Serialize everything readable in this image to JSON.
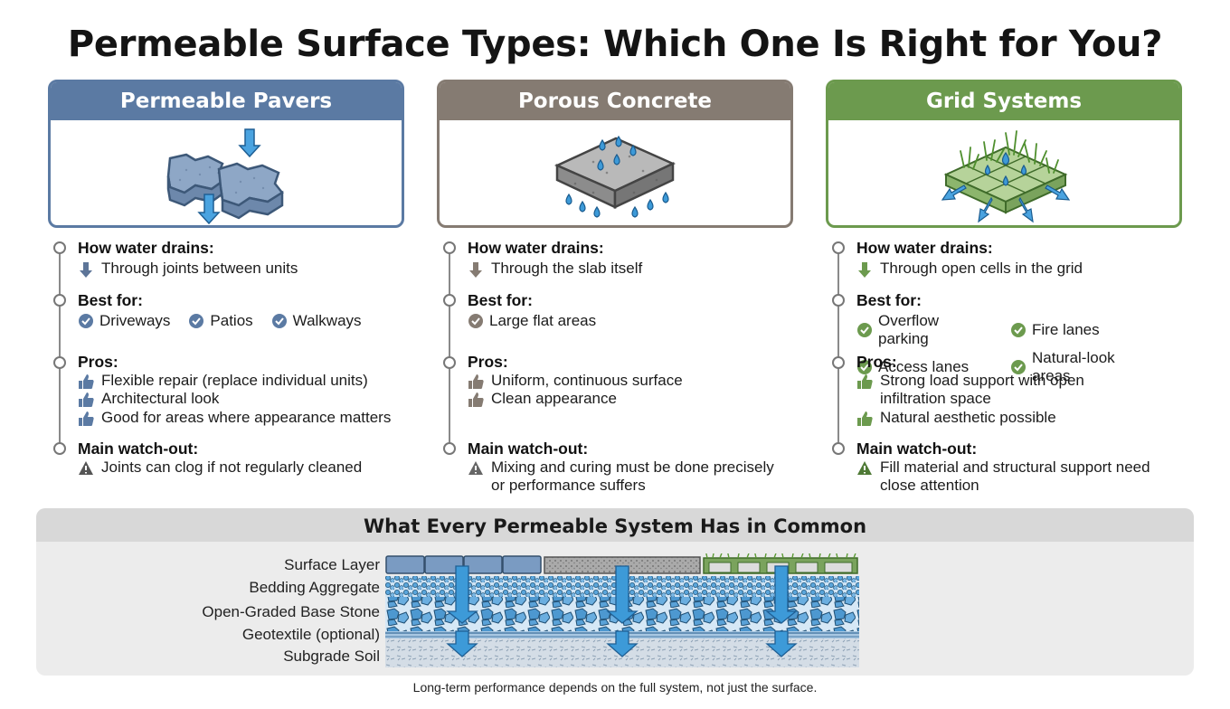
{
  "title": "Permeable Surface Types: Which One Is Right for You?",
  "colors": {
    "pavers": "#5b7aa3",
    "concrete": "#857b72",
    "grid": "#6c9a4e",
    "accent_blue": "#3d9ad8"
  },
  "columns": [
    {
      "name": "Permeable Pavers",
      "icon": "permeable-pavers-icon",
      "drain_title": "How water drains:",
      "drain_text": "Through joints between units",
      "best_title": "Best for:",
      "best": [
        "Driveways",
        "Patios",
        "Walkways"
      ],
      "pros_title": "Pros:",
      "pros": [
        "Flexible repair (replace individual units)",
        "Architectural look",
        "Good for areas where appearance matters"
      ],
      "watch_title": "Main watch-out:",
      "watch": [
        "Joints can clog if not regularly cleaned"
      ]
    },
    {
      "name": "Porous Concrete",
      "icon": "porous-concrete-icon",
      "drain_title": "How water drains:",
      "drain_text": "Through the slab itself",
      "best_title": "Best for:",
      "best": [
        "Large flat areas"
      ],
      "pros_title": "Pros:",
      "pros": [
        "Uniform, continuous surface",
        "Clean appearance"
      ],
      "watch_title": "Main watch-out:",
      "watch": [
        "Mixing and curing must be done precisely",
        "or performance suffers"
      ]
    },
    {
      "name": "Grid Systems",
      "icon": "grid-systems-icon",
      "drain_title": "How water drains:",
      "drain_text": "Through open cells in the grid",
      "best_title": "Best for:",
      "best": [
        "Overflow parking",
        "Fire lanes",
        "Access lanes",
        "Natural-look areas"
      ],
      "pros_title": "Pros:",
      "pros": [
        "Strong load support with open",
        "infiltration space",
        "Natural aesthetic possible"
      ],
      "watch_title": "Main watch-out:",
      "watch": [
        "Fill material and structural support need",
        "close attention"
      ]
    }
  ],
  "common": {
    "title": "What Every Permeable System Has in Common",
    "layers": [
      "Surface Layer",
      "Bedding Aggregate",
      "Open-Graded Base Stone",
      "Geotextile (optional)",
      "Subgrade Soil"
    ]
  },
  "footer": "Long-term performance depends on the full system, not just the surface."
}
